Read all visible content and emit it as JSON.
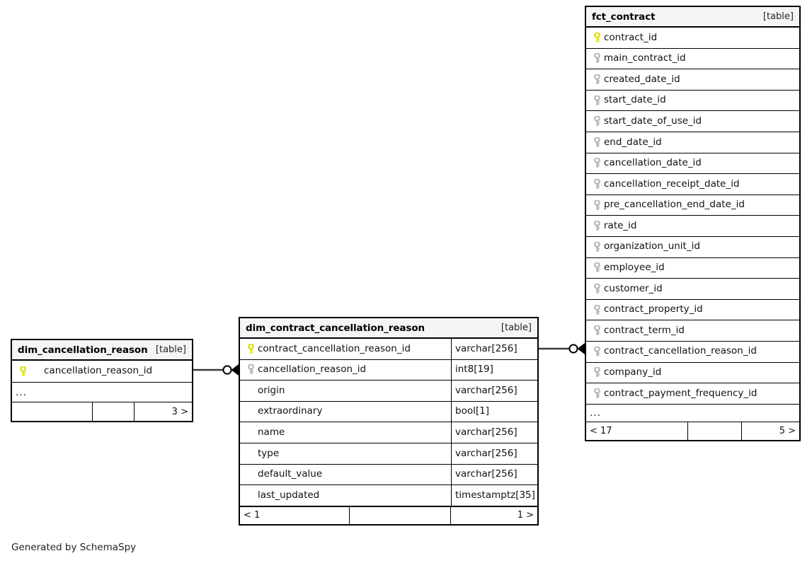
{
  "diagram": {
    "type": "entity-relationship-diagram",
    "generator_credit": "Generated by SchemaSpy",
    "table_tag": "[table]",
    "ellipsis": "...",
    "colors": {
      "primary_key": "#e8e800",
      "foreign_key": "#b4b4b4",
      "header_bg": "#f5f5f5",
      "border": "#000000",
      "background": "#ffffff",
      "text": "#111111"
    }
  },
  "tables": [
    {
      "id": "dim_cancellation_reason",
      "name": "dim_cancellation_reason",
      "tag": "[table]",
      "columns": [
        {
          "name": "cancellation_reason_id",
          "key": "primary",
          "type": ""
        }
      ],
      "has_ellipsis": true,
      "footer": {
        "left": "",
        "mid": "",
        "right": "3 >"
      }
    },
    {
      "id": "dim_contract_cancellation_reason",
      "name": "dim_contract_cancellation_reason",
      "tag": "[table]",
      "columns": [
        {
          "name": "contract_cancellation_reason_id",
          "key": "primary",
          "type": "varchar[256]"
        },
        {
          "name": "cancellation_reason_id",
          "key": "foreign",
          "type": "int8[19]"
        },
        {
          "name": "origin",
          "key": "none",
          "type": "varchar[256]"
        },
        {
          "name": "extraordinary",
          "key": "none",
          "type": "bool[1]"
        },
        {
          "name": "name",
          "key": "none",
          "type": "varchar[256]"
        },
        {
          "name": "type",
          "key": "none",
          "type": "varchar[256]"
        },
        {
          "name": "default_value",
          "key": "none",
          "type": "varchar[256]"
        },
        {
          "name": "last_updated",
          "key": "none",
          "type": "timestamptz[35]"
        }
      ],
      "has_ellipsis": false,
      "footer": {
        "left": "< 1",
        "mid": "",
        "right": "1 >"
      }
    },
    {
      "id": "fct_contract",
      "name": "fct_contract",
      "tag": "[table]",
      "columns": [
        {
          "name": "contract_id",
          "key": "primary",
          "type": ""
        },
        {
          "name": "main_contract_id",
          "key": "foreign",
          "type": ""
        },
        {
          "name": "created_date_id",
          "key": "foreign",
          "type": ""
        },
        {
          "name": "start_date_id",
          "key": "foreign",
          "type": ""
        },
        {
          "name": "start_date_of_use_id",
          "key": "foreign",
          "type": ""
        },
        {
          "name": "end_date_id",
          "key": "foreign",
          "type": ""
        },
        {
          "name": "cancellation_date_id",
          "key": "foreign",
          "type": ""
        },
        {
          "name": "cancellation_receipt_date_id",
          "key": "foreign",
          "type": ""
        },
        {
          "name": "pre_cancellation_end_date_id",
          "key": "foreign",
          "type": ""
        },
        {
          "name": "rate_id",
          "key": "foreign",
          "type": ""
        },
        {
          "name": "organization_unit_id",
          "key": "foreign",
          "type": ""
        },
        {
          "name": "employee_id",
          "key": "foreign",
          "type": ""
        },
        {
          "name": "customer_id",
          "key": "foreign",
          "type": ""
        },
        {
          "name": "contract_property_id",
          "key": "foreign",
          "type": ""
        },
        {
          "name": "contract_term_id",
          "key": "foreign",
          "type": ""
        },
        {
          "name": "contract_cancellation_reason_id",
          "key": "foreign",
          "type": ""
        },
        {
          "name": "company_id",
          "key": "foreign",
          "type": ""
        },
        {
          "name": "contract_payment_frequency_id",
          "key": "foreign",
          "type": ""
        }
      ],
      "has_ellipsis": true,
      "footer": {
        "left": "< 17",
        "mid": "",
        "right": "5 >"
      }
    }
  ],
  "relationships": [
    {
      "id": "rel-dim-cancellation-to-dim-contract",
      "from_table": "dim_cancellation_reason",
      "from_column": "cancellation_reason_id",
      "to_table": "dim_contract_cancellation_reason",
      "to_column": "cancellation_reason_id",
      "notation": "zero-or-many"
    },
    {
      "id": "rel-dim-contract-to-fct-contract",
      "from_table": "dim_contract_cancellation_reason",
      "from_column": "contract_cancellation_reason_id",
      "to_table": "fct_contract",
      "to_column": "contract_cancellation_reason_id",
      "notation": "zero-or-many"
    }
  ]
}
